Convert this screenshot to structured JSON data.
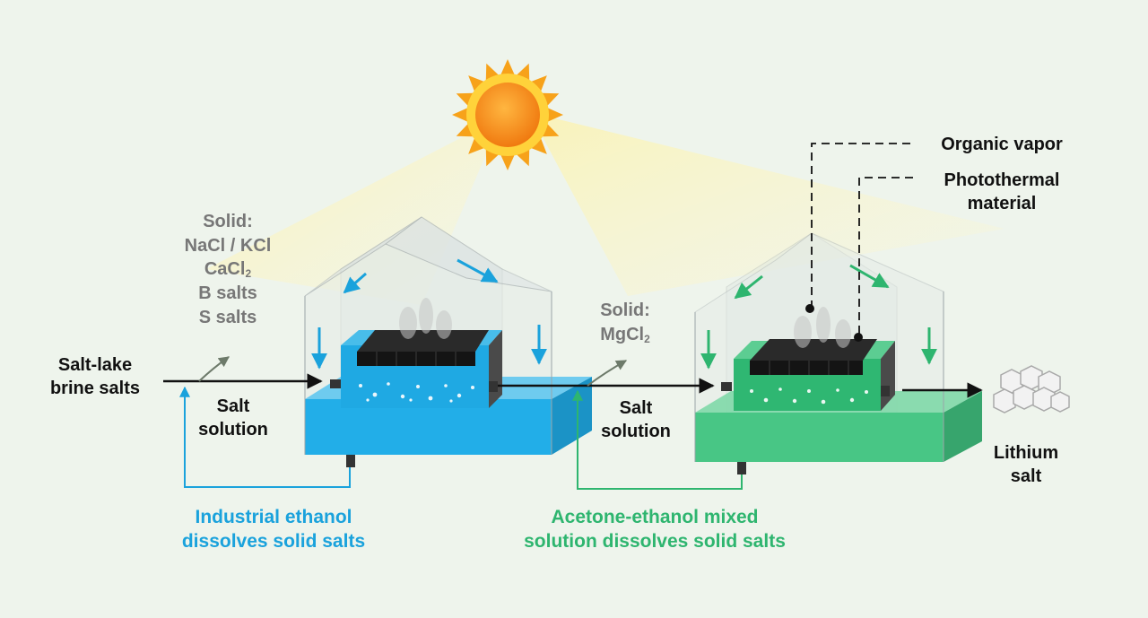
{
  "labels": {
    "input": [
      "Salt-lake",
      "brine salts"
    ],
    "solid1_title": "Solid:",
    "solid1_items": [
      "NaCl / KCl",
      "CaCl",
      "B salts",
      "S salts"
    ],
    "solid1_subscript": "2",
    "solid2_title": "Solid:",
    "solid2_item": "MgCl",
    "solid2_subscript": "2",
    "salt_solution_1": [
      "Salt",
      "solution"
    ],
    "salt_solution_2": [
      "Salt",
      "solution"
    ],
    "organic_vapor": "Organic vapor",
    "photothermal": [
      "Photothermal",
      "material"
    ],
    "output": [
      "Lithium",
      "salt"
    ],
    "loop1": [
      "Industrial ethanol",
      "dissolves solid salts"
    ],
    "loop2": [
      "Acetone-ethanol mixed",
      "solution dissolves solid salts"
    ]
  },
  "colors": {
    "background": "#eef4ec",
    "stage1_liquid": "#22aee8",
    "stage2_liquid": "#48c685",
    "blue_text": "#1aa2dc",
    "green_text": "#2eb56f",
    "sun": "#f7a21a",
    "sun_core": "#f58a16",
    "photothermal_block": "#1a1a1a",
    "arrow": "#111111"
  },
  "icons": [
    "sun-icon",
    "lithium-crystal-icon"
  ]
}
